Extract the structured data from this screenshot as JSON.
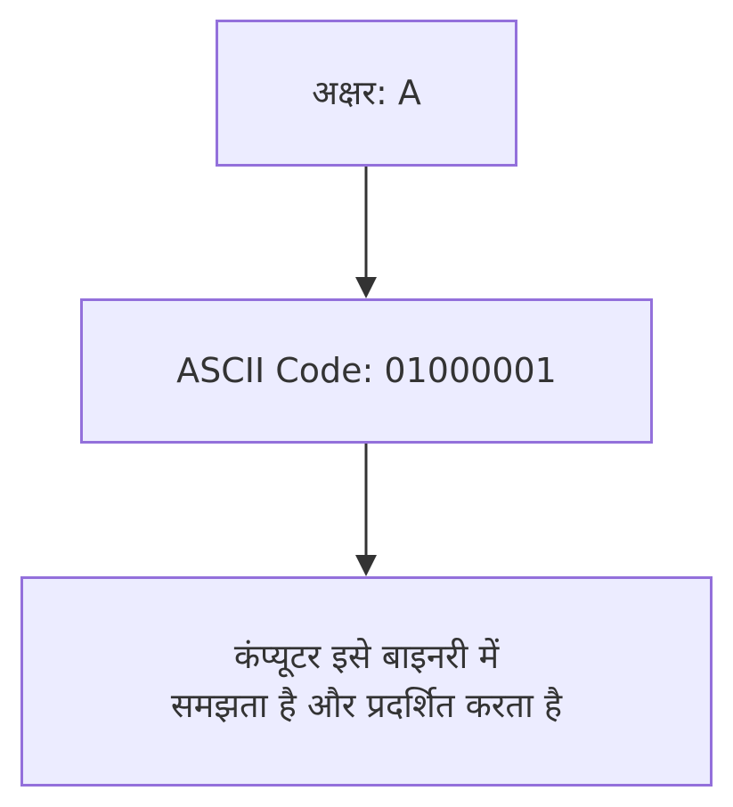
{
  "flowchart": {
    "nodes": [
      {
        "id": "node-1",
        "lines": [
          "अक्षर: A"
        ]
      },
      {
        "id": "node-2",
        "lines": [
          "ASCII Code: 01000001"
        ]
      },
      {
        "id": "node-3",
        "lines": [
          "कंप्यूटर इसे बाइनरी में",
          "समझता है और प्रदर्शित करता है"
        ]
      }
    ],
    "edges": [
      {
        "from": "node-1",
        "to": "node-2"
      },
      {
        "from": "node-2",
        "to": "node-3"
      }
    ],
    "colors": {
      "node_fill": "#ECECFF",
      "node_border": "#9370DB",
      "edge": "#333333",
      "text": "#333333"
    }
  }
}
